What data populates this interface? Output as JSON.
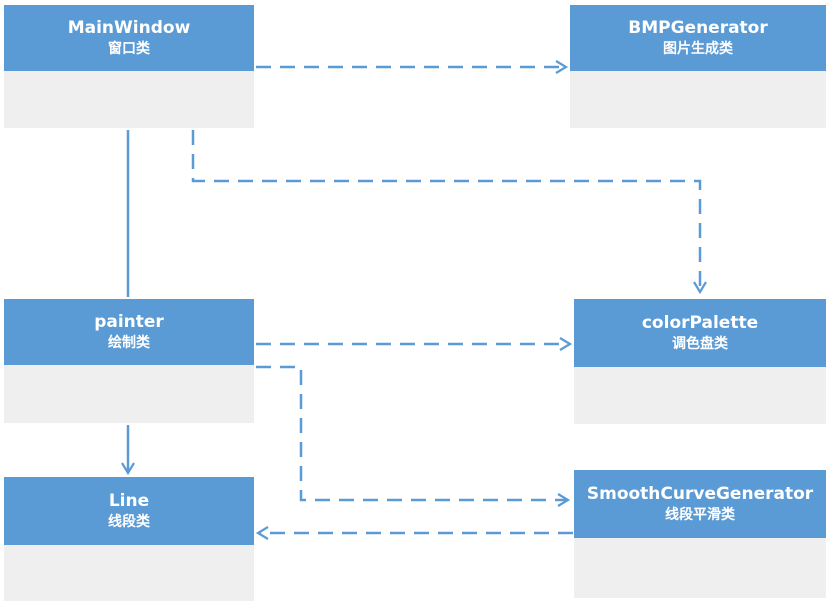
{
  "classes": {
    "mainwindow": {
      "name": "MainWindow",
      "desc": "窗口类"
    },
    "bmpgenerator": {
      "name": "BMPGenerator",
      "desc": "图片生成类"
    },
    "painter": {
      "name": "painter",
      "desc": "绘制类"
    },
    "colorpalette": {
      "name": "colorPalette",
      "desc": "调色盘类"
    },
    "line": {
      "name": "Line",
      "desc": "线段类"
    },
    "smoothcurve": {
      "name": "SmoothCurveGenerator",
      "desc": "线段平滑类"
    }
  },
  "relations": [
    {
      "from": "MainWindow",
      "to": "BMPGenerator",
      "style": "dashed"
    },
    {
      "from": "MainWindow",
      "to": "colorPalette",
      "style": "dashed"
    },
    {
      "from": "MainWindow",
      "to": "painter",
      "style": "solid"
    },
    {
      "from": "painter",
      "to": "colorPalette",
      "style": "dashed"
    },
    {
      "from": "painter",
      "to": "Line",
      "style": "solid"
    },
    {
      "from": "painter",
      "to": "SmoothCurveGenerator",
      "style": "dashed"
    },
    {
      "from": "SmoothCurveGenerator",
      "to": "Line",
      "style": "dashed"
    }
  ],
  "colors": {
    "header": "#5b9bd5",
    "body": "#efefef",
    "connector": "#5b9bd5"
  }
}
